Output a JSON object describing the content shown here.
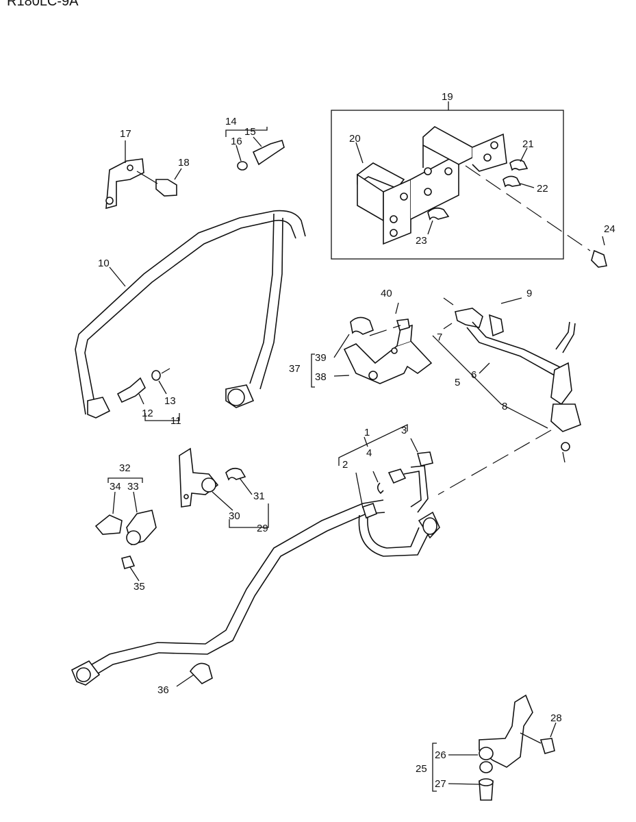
{
  "header": {
    "model": "R180LC-9A",
    "title": "____"
  },
  "callouts": {
    "c1": "1",
    "c2": "2",
    "c3": "3",
    "c4": "4",
    "c5": "5",
    "c6": "6",
    "c7": "7",
    "c8": "8",
    "c9": "9",
    "c10": "10",
    "c11": "11",
    "c12": "12",
    "c13": "13",
    "c14": "14",
    "c15": "15",
    "c16": "16",
    "c17": "17",
    "c18": "18",
    "c19": "19",
    "c20": "20",
    "c21": "21",
    "c22": "22",
    "c23": "23",
    "c24": "24",
    "c25": "25",
    "c26": "26",
    "c27": "27",
    "c28": "28",
    "c29": "29",
    "c30": "30",
    "c31": "31",
    "c32": "32",
    "c33": "33",
    "c34": "34",
    "c35": "35",
    "c36": "36",
    "c37": "37",
    "c38": "38",
    "c39": "39",
    "c40": "40"
  }
}
